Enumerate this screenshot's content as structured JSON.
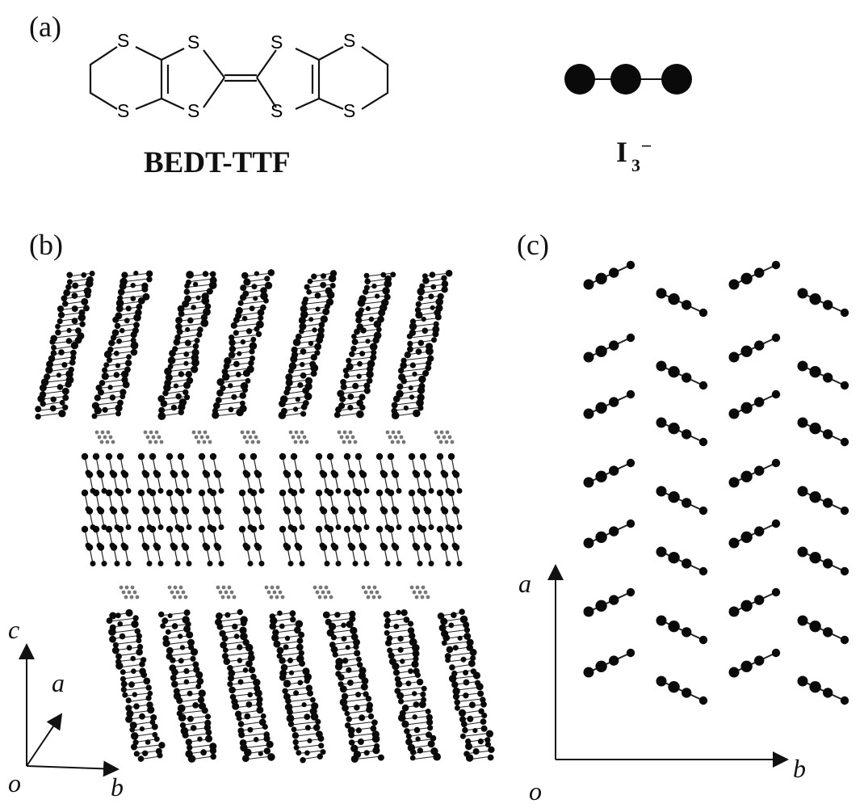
{
  "panels": {
    "a": {
      "label": "(a)",
      "molecule_name": "BEDT-TTF",
      "atom_symbol": "S",
      "anion": {
        "base": "I",
        "subscript": "3",
        "charge": "–"
      }
    },
    "b": {
      "label": "(b)",
      "axes": {
        "c": "c",
        "a": "a",
        "b": "b",
        "origin": "o"
      }
    },
    "c": {
      "label": "(c)",
      "axes": {
        "a": "a",
        "b": "b",
        "origin": "o"
      }
    }
  },
  "colors": {
    "ink": "#111111",
    "atom_fill": "#0a0a0a",
    "background": "#ffffff"
  }
}
